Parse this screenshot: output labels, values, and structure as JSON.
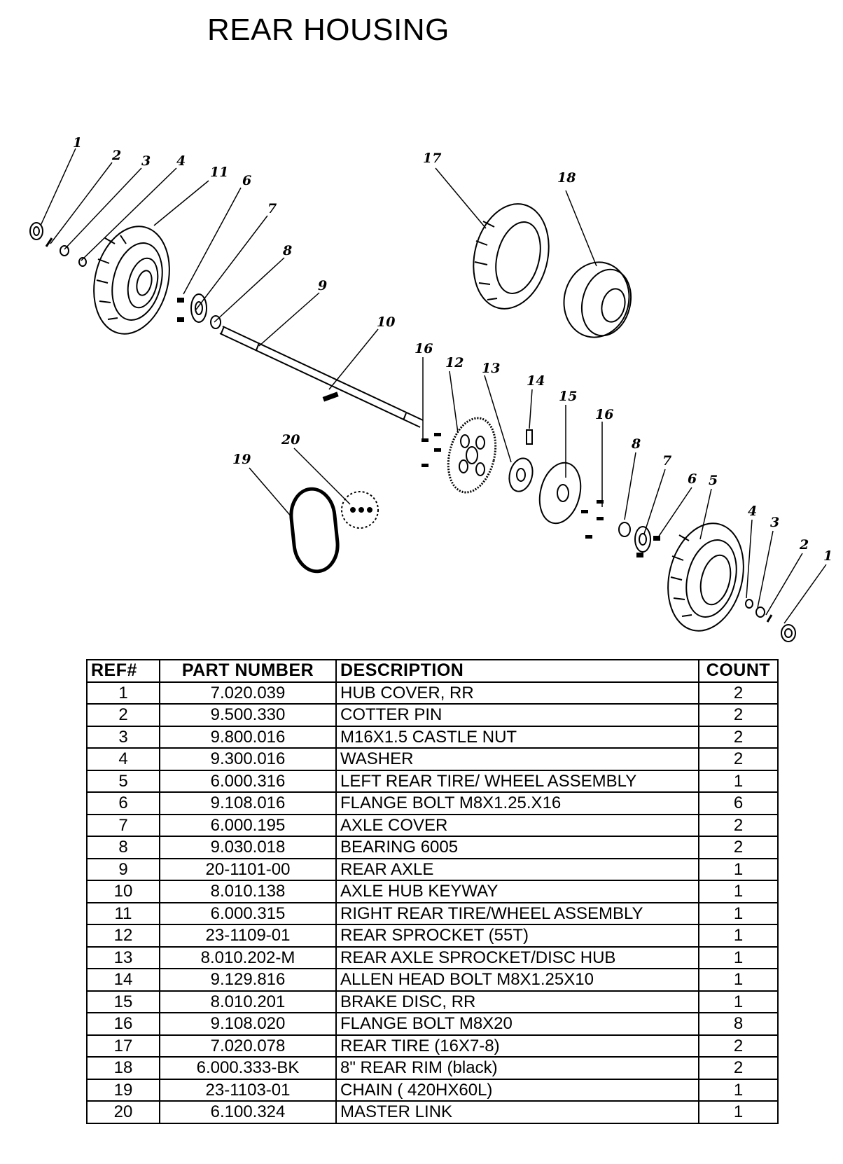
{
  "title": "REAR HOUSING",
  "callouts": [
    "1",
    "2",
    "3",
    "4",
    "11",
    "6",
    "7",
    "8",
    "9",
    "10",
    "17",
    "18",
    "16",
    "12",
    "13",
    "14",
    "15",
    "16",
    "8",
    "7",
    "6",
    "5",
    "4",
    "3",
    "2",
    "1",
    "20",
    "19"
  ],
  "table": {
    "headers": [
      "REF#",
      "PART NUMBER",
      "DESCRIPTION",
      "COUNT"
    ],
    "rows": [
      [
        "1",
        "7.020.039",
        "HUB COVER, RR",
        "2"
      ],
      [
        "2",
        "9.500.330",
        "COTTER PIN",
        "2"
      ],
      [
        "3",
        "9.800.016",
        "M16X1.5 CASTLE NUT",
        "2"
      ],
      [
        "4",
        "9.300.016",
        "WASHER",
        "2"
      ],
      [
        "5",
        "6.000.316",
        "LEFT REAR TIRE/ WHEEL ASSEMBLY",
        "1"
      ],
      [
        "6",
        "9.108.016",
        "FLANGE BOLT M8X1.25.X16",
        "6"
      ],
      [
        "7",
        "6.000.195",
        "AXLE COVER",
        "2"
      ],
      [
        "8",
        "9.030.018",
        "BEARING 6005",
        "2"
      ],
      [
        "9",
        "20-1101-00",
        "REAR AXLE",
        "1"
      ],
      [
        "10",
        "8.010.138",
        "AXLE HUB KEYWAY",
        "1"
      ],
      [
        "11",
        "6.000.315",
        "RIGHT REAR TIRE/WHEEL ASSEMBLY",
        "1"
      ],
      [
        "12",
        "23-1109-01",
        "REAR SPROCKET (55T)",
        "1"
      ],
      [
        "13",
        "8.010.202-M",
        "REAR AXLE SPROCKET/DISC HUB",
        "1"
      ],
      [
        "14",
        "9.129.816",
        "ALLEN HEAD BOLT M8X1.25X10",
        "1"
      ],
      [
        "15",
        "8.010.201",
        "BRAKE DISC, RR",
        "1"
      ],
      [
        "16",
        "9.108.020",
        "FLANGE BOLT M8X20",
        "8"
      ],
      [
        "17",
        "7.020.078",
        "REAR TIRE (16X7-8)",
        "2"
      ],
      [
        "18",
        "6.000.333-BK",
        "8\" REAR RIM (black)",
        "2"
      ],
      [
        "19",
        "23-1103-01",
        "CHAIN ( 420HX60L)",
        "1"
      ],
      [
        "20",
        "6.100.324",
        "MASTER LINK",
        "1"
      ]
    ]
  }
}
